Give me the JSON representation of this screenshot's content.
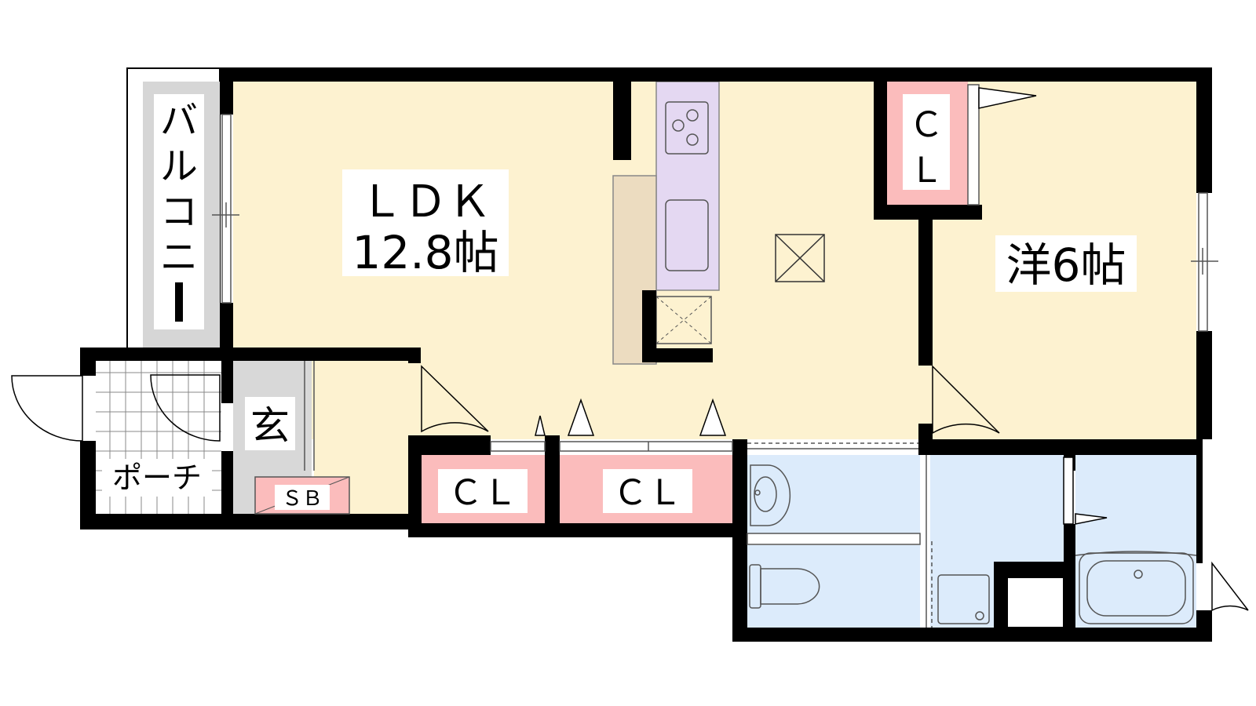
{
  "colors": {
    "wall": "#000000",
    "living": "#fdf2d0",
    "closet": "#fbbcbc",
    "wet": "#dcebfb",
    "kitchen": "#e4d8f2",
    "counter": "#ecdcc0",
    "balcony": "#d6d6d6",
    "genkan": "#d8d8d8",
    "label_bg": "#ffffff"
  },
  "rooms": {
    "ldk_name": "ＬＤＫ",
    "ldk_size": "12.8帖",
    "western": "洋6帖",
    "closet_bedroom_c": "Ｃ",
    "closet_bedroom_l": "Ｌ",
    "closet_1": "ＣＬ",
    "closet_2": "ＣＬ",
    "balcony": [
      "バ",
      "ル",
      "コ",
      "ニ",
      "ー"
    ],
    "entrance": "玄",
    "porch": "ポーチ",
    "shoe_box": "ＳＢ"
  },
  "icons": [
    "stove-icon",
    "sink-icon",
    "fridge-space-icon",
    "washbasin-icon",
    "toilet-icon",
    "bathtub-icon",
    "washer-pan-icon",
    "pipe-shaft-icon",
    "door-swing-icon"
  ]
}
